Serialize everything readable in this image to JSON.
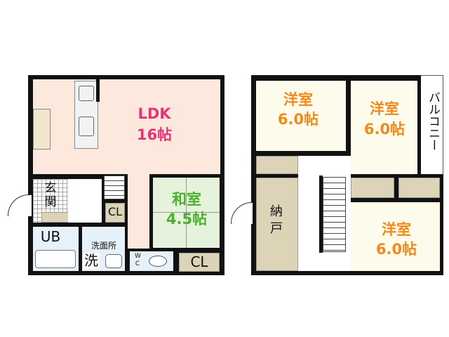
{
  "floor1": {
    "ldk": {
      "name": "LDK",
      "size": "16帖"
    },
    "washitsu": {
      "name": "和室",
      "size": "4.5帖"
    },
    "genkan": "玄関",
    "cl_small": "CL",
    "cl_large": "CL",
    "ub": "UB",
    "senmenjo": "洗面所",
    "sen": "洗",
    "wc": "WC"
  },
  "floor2": {
    "room1": {
      "name": "洋室",
      "size": "6.0帖"
    },
    "room2": {
      "name": "洋室",
      "size": "6.0帖"
    },
    "room3": {
      "name": "洋室",
      "size": "6.0帖"
    },
    "nando": "納戸",
    "balcony": "バルコニー"
  },
  "colors": {
    "ldk": "#fce8dc",
    "washitsu": "#e6f3dc",
    "storage": "#ddd3b6",
    "bath": "#e6f1fa",
    "western": "#fdfbeb"
  }
}
